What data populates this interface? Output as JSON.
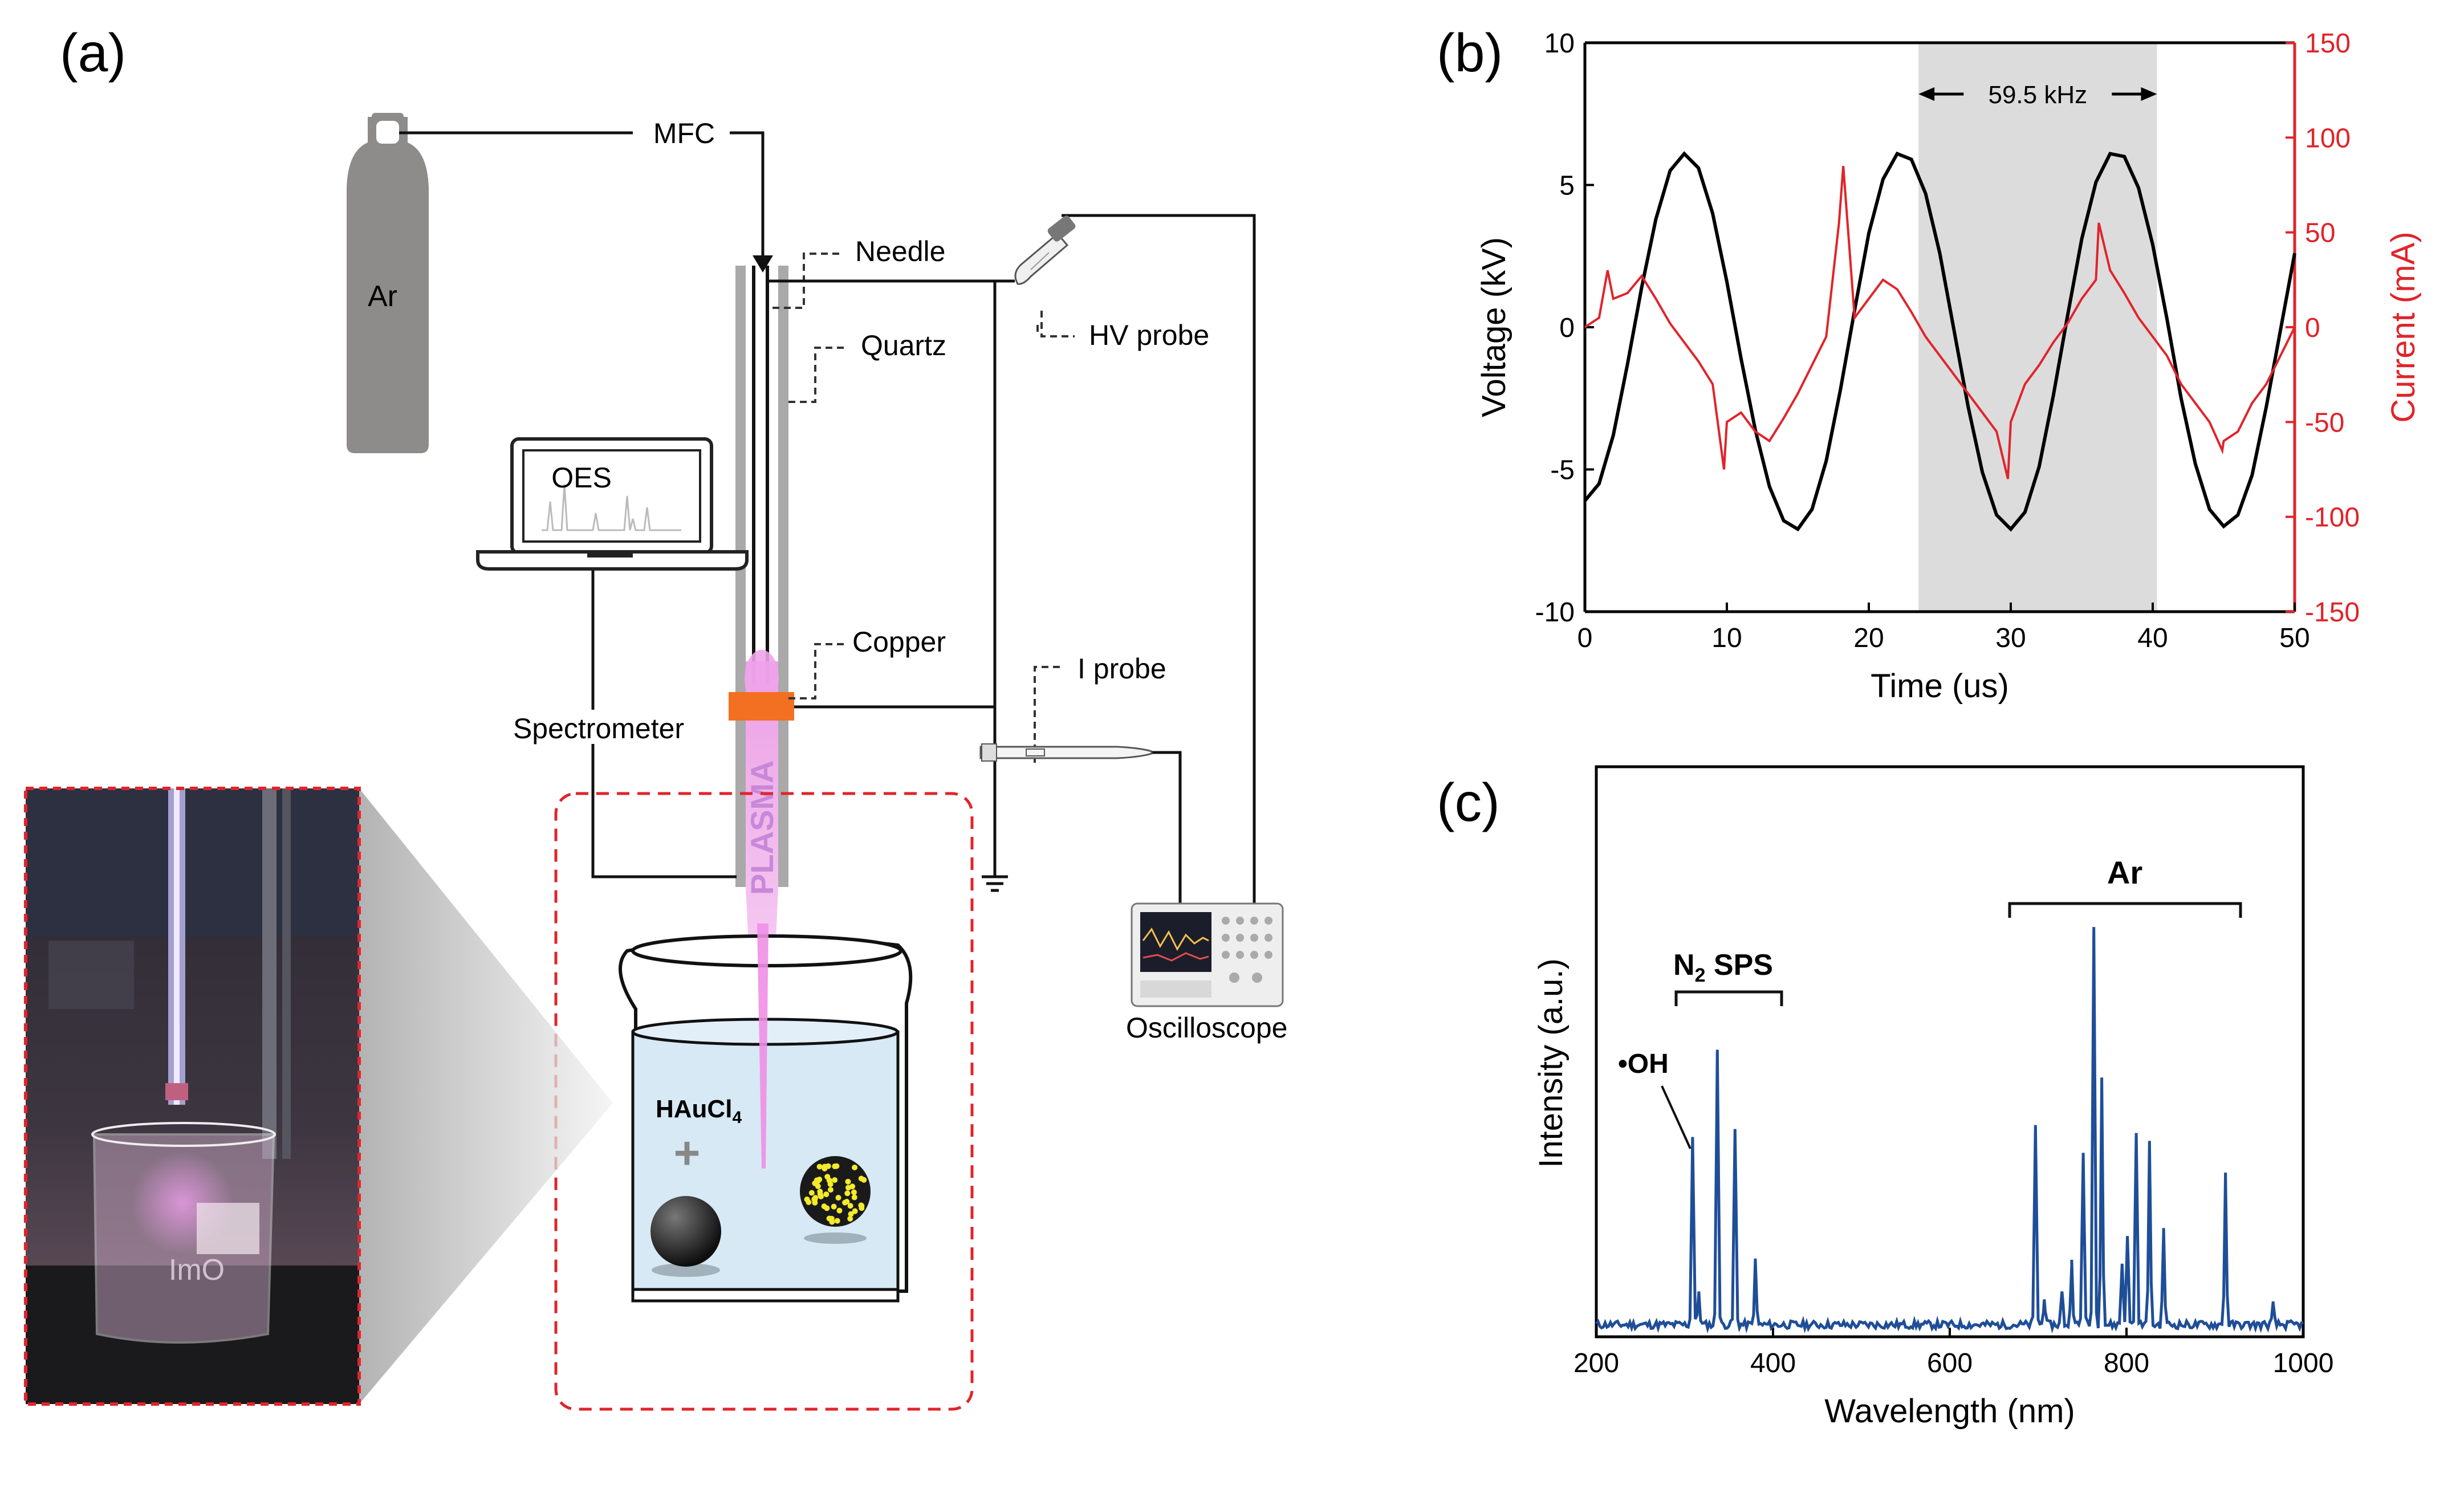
{
  "panel_a": {
    "label": "(a)",
    "gas": "Ar",
    "mfc": "MFC",
    "needle": "Needle",
    "quartz": "Quartz",
    "copper": "Copper",
    "plasma": "PLASMA",
    "hv_probe": "HV probe",
    "i_probe": "I probe",
    "oes": "OES",
    "spectrometer": "Spectrometer",
    "oscilloscope": "Oscilloscope",
    "reagent_main": "HAuCl",
    "reagent_sub": "4",
    "plus": "+",
    "beaker_mark": "ImO"
  },
  "panel_b": {
    "label": "(b)",
    "band_label": "59.5 kHz"
  },
  "panel_c": {
    "label": "(c)",
    "oh": "•OH",
    "n2_main": "N",
    "n2_sub": "2",
    "n2_rest": " SPS",
    "ar": "Ar"
  },
  "colors": {
    "current": "#e0242b",
    "spectrum": "#1f4e98",
    "band": "#dcdcdc",
    "dashed_box": "#e0242b"
  },
  "chart_data": [
    {
      "type": "line",
      "xlabel": "Time (us)",
      "ylabel": "Voltage (kV)",
      "ylabel2": "Current (mA)",
      "xlim": [
        0,
        50
      ],
      "ylim": [
        -10,
        10
      ],
      "ylim2": [
        -150,
        150
      ],
      "xticks": [
        0,
        10,
        20,
        30,
        40,
        50
      ],
      "yticks": [
        -10,
        -5,
        0,
        5,
        10
      ],
      "yticks2": [
        -150,
        -100,
        -50,
        0,
        50,
        100,
        150
      ],
      "shaded_region": [
        23.5,
        40.3
      ],
      "series": [
        {
          "axis": "left",
          "color": "#000000",
          "x": [
            0,
            1,
            2,
            3,
            4,
            5,
            6,
            7,
            8,
            9,
            10,
            11,
            12,
            13,
            14,
            15,
            16,
            17,
            18,
            19,
            20,
            21,
            22,
            23,
            24,
            25,
            26,
            27,
            28,
            29,
            30,
            31,
            32,
            33,
            34,
            35,
            36,
            37,
            38,
            39,
            40,
            41,
            42,
            43,
            44,
            45,
            46,
            47,
            48,
            49,
            50
          ],
          "y": [
            -6.1,
            -5.5,
            -3.8,
            -1.3,
            1.4,
            3.8,
            5.5,
            6.1,
            5.6,
            4.0,
            1.6,
            -1.1,
            -3.6,
            -5.6,
            -6.8,
            -7.1,
            -6.4,
            -4.7,
            -2.2,
            0.6,
            3.3,
            5.2,
            6.1,
            5.9,
            4.7,
            2.6,
            -0.1,
            -2.8,
            -5.1,
            -6.6,
            -7.1,
            -6.5,
            -4.9,
            -2.4,
            0.4,
            3.1,
            5.1,
            6.1,
            6.0,
            4.9,
            2.9,
            0.3,
            -2.5,
            -4.8,
            -6.4,
            -7.0,
            -6.6,
            -5.2,
            -2.8,
            -0.1,
            2.6
          ]
        },
        {
          "axis": "right",
          "color": "#e0242b",
          "x": [
            0,
            1,
            1.6,
            2,
            3,
            4,
            5,
            6,
            7,
            8,
            9,
            9.8,
            10,
            11,
            12,
            13,
            14,
            15,
            16,
            17,
            17.9,
            18.2,
            19,
            20,
            21,
            22,
            23,
            24,
            25,
            26,
            27,
            28,
            29,
            29.8,
            30,
            31,
            32,
            33,
            34,
            35,
            36,
            36.2,
            37,
            38,
            39,
            40,
            41,
            42,
            43,
            44,
            44.9,
            45,
            46,
            47,
            48,
            49,
            50
          ],
          "y": [
            0,
            5,
            30,
            15,
            18,
            27,
            15,
            2,
            -8,
            -18,
            -30,
            -75,
            -50,
            -45,
            -55,
            -60,
            -48,
            -35,
            -20,
            -5,
            55,
            85,
            5,
            15,
            25,
            20,
            8,
            -5,
            -15,
            -25,
            -35,
            -45,
            -55,
            -80,
            -50,
            -30,
            -20,
            -8,
            2,
            15,
            25,
            55,
            30,
            18,
            5,
            -5,
            -15,
            -30,
            -40,
            -50,
            -65,
            -60,
            -55,
            -40,
            -30,
            -15,
            0
          ]
        }
      ]
    },
    {
      "type": "line",
      "xlabel": "Wavelength (nm)",
      "ylabel": "Intensity (a.u.)",
      "xlim": [
        200,
        1000
      ],
      "xticks": [
        200,
        400,
        600,
        800,
        1000
      ],
      "peaks": [
        {
          "x": 309,
          "y": 0.47
        },
        {
          "x": 316,
          "y": 0.08
        },
        {
          "x": 337,
          "y": 0.69
        },
        {
          "x": 357,
          "y": 0.49
        },
        {
          "x": 380,
          "y": 0.16
        },
        {
          "x": 697,
          "y": 0.5
        },
        {
          "x": 707,
          "y": 0.06
        },
        {
          "x": 727,
          "y": 0.08
        },
        {
          "x": 738,
          "y": 0.16
        },
        {
          "x": 751,
          "y": 0.43
        },
        {
          "x": 763,
          "y": 1.0
        },
        {
          "x": 772,
          "y": 0.62
        },
        {
          "x": 795,
          "y": 0.15
        },
        {
          "x": 801,
          "y": 0.22
        },
        {
          "x": 811,
          "y": 0.48
        },
        {
          "x": 826,
          "y": 0.46
        },
        {
          "x": 842,
          "y": 0.24
        },
        {
          "x": 912,
          "y": 0.38
        },
        {
          "x": 966,
          "y": 0.05
        }
      ],
      "baseline": 0.02
    }
  ]
}
